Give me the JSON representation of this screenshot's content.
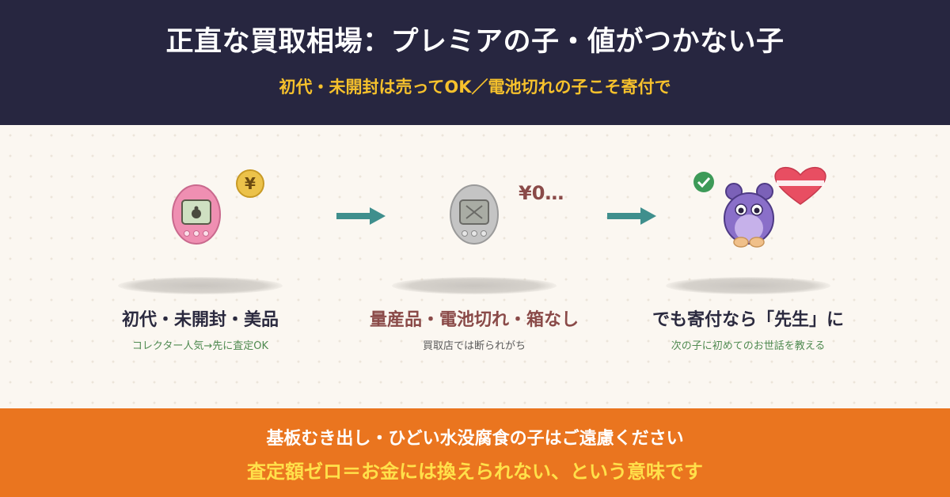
{
  "header": {
    "title": "正直な買取相場：プレミアの子・値がつかない子",
    "subtitle": "初代・未開封は売ってOK／電池切れの子こそ寄付で"
  },
  "stages": [
    {
      "title": "初代・未開封・美品",
      "note": "コレクター人気→先に査定OK",
      "badge": "¥",
      "title_color": "#2b2a3f",
      "note_color": "#4f8a50"
    },
    {
      "title": "量産品・電池切れ・箱なし",
      "note": "買取店では断られがち",
      "price_tag": "¥0…",
      "title_color": "#8a4a48",
      "note_color": "#5a5a5a"
    },
    {
      "title": "でも寄付なら「先生」に",
      "note": "次の子に初めてのお世話を教える",
      "check_icon": "check-circle-icon",
      "title_color": "#2b2a3f",
      "note_color": "#4f8a50"
    }
  ],
  "footer": {
    "line1": "基板むき出し・ひどい水没腐食の子はご遠慮ください",
    "line2": "査定額ゼロ＝お金には換えられない、という意味です"
  },
  "colors": {
    "header_bg": "#272640",
    "accent_yellow": "#f6c12c",
    "footer_bg": "#ea751f",
    "arrow": "#3f8f8d",
    "pink_device": "#ef8fb2",
    "gray_device": "#c4c4c4",
    "purple_creature": "#8a6fc9",
    "heart": "#e84e62"
  }
}
